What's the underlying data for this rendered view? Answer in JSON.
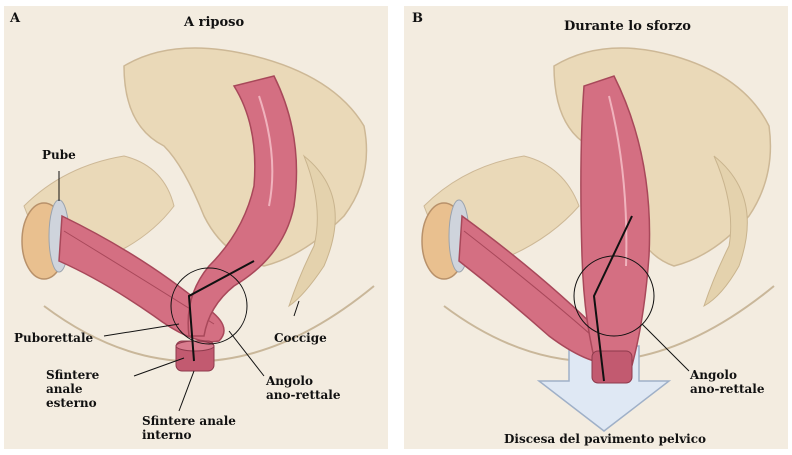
{
  "panel_a": {
    "letter": "A",
    "title": "A riposo",
    "labels": {
      "pube": "Pube",
      "puborettale": "Puborettale",
      "coccige": "Coccige",
      "sfintere_esterno_l1": "Sfintere",
      "sfintere_esterno_l2": "anale",
      "sfintere_esterno_l3": "esterno",
      "sfintere_interno_l1": "Sfintere anale",
      "sfintere_interno_l2": "interno",
      "angolo_l1": "Angolo",
      "angolo_l2": "ano-rettale"
    }
  },
  "panel_b": {
    "letter": "B",
    "title": "Durante lo sforzo",
    "labels": {
      "angolo_l1": "Angolo",
      "angolo_l2": "ano-rettale",
      "discesa": "Discesa del pavimento pelvico"
    }
  },
  "colors": {
    "background": "#f3ece0",
    "bone": "#ead9b8",
    "muscle": "#d46f82",
    "muscle_dark": "#a8485a",
    "arrow": "#dfe8f4"
  }
}
